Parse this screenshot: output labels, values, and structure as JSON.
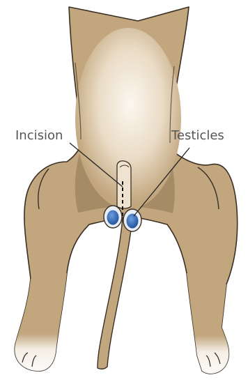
{
  "labels": {
    "incision": "Incision",
    "testicles": "Testicles"
  },
  "colors": {
    "body_base": "#c2a67e",
    "body_shadow": "#9c8160",
    "belly_highlight": "#fbf7f0",
    "outline": "#3a2f24",
    "testicle_outer": "#e9eef5",
    "testicle_inner": "#2d68b8",
    "leader_line": "#222222"
  },
  "icons": {
    "illustration": "dog-underside-illustration"
  }
}
